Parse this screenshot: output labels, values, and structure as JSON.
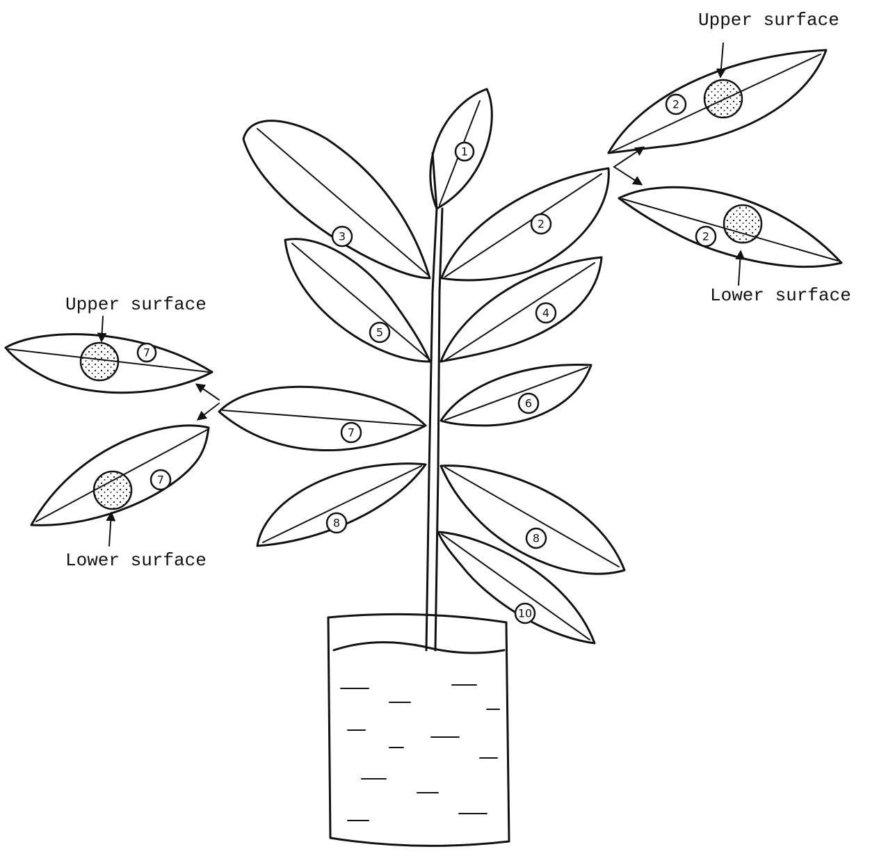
{
  "labels": {
    "right_upper": "Upper surface",
    "right_lower": "Lower surface",
    "left_upper": "Upper surface",
    "left_lower": "Lower surface"
  },
  "leaf_numbers": {
    "n1": "1",
    "n2": "2",
    "n3": "3",
    "n4": "4",
    "n5": "5",
    "n6": "6",
    "n7": "7",
    "n8_left": "8",
    "n8_right": "8",
    "n10": "10",
    "detail_right_upper": "2",
    "detail_right_lower": "2",
    "detail_left_upper": "7",
    "detail_left_lower": "7"
  }
}
